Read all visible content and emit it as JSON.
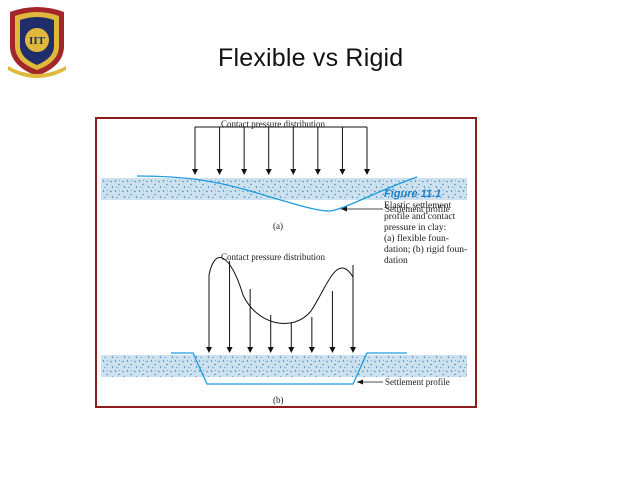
{
  "slide": {
    "title": "Flexible vs Rigid"
  },
  "logo": {
    "text": "IIT",
    "colors": {
      "shield_red": "#a3262a",
      "shield_gold": "#e0b83c",
      "shield_navy": "#1f2d6b"
    }
  },
  "figure": {
    "label": "Figure 11.1",
    "caption_lines": [
      "Elastic settlement",
      "profile and contact",
      "pressure in clay:",
      "(a) flexible foun-",
      "dation; (b) rigid foun-",
      "dation"
    ],
    "panel_a": {
      "top_label": "Contact pressure distribution",
      "settlement_label": "Settlement profile",
      "panel_tag": "(a)",
      "arrow_count": 8
    },
    "panel_b": {
      "top_label": "Contact pressure distribution",
      "settlement_label": "Settlement profile",
      "panel_tag": "(b)",
      "arrow_count": 8
    },
    "colors": {
      "frame": "#8a1c1c",
      "soil": "#cde2ee",
      "soil_speckle": "#4a8ec2",
      "settlement_line": "#1e9be0",
      "caption_label": "#1e7fc4"
    }
  }
}
